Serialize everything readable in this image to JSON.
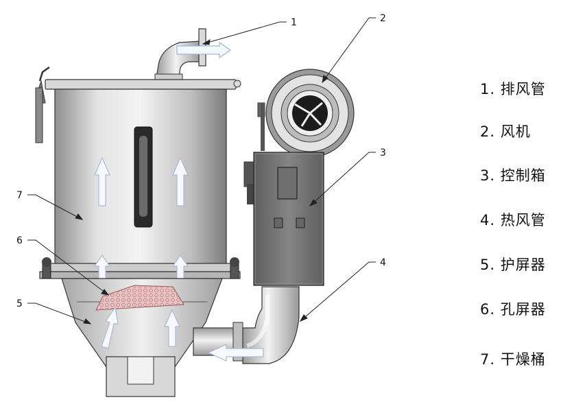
{
  "legend": [
    {
      "number": "1",
      "text": "1. 排风管"
    },
    {
      "number": "2",
      "text": "2. 风机"
    },
    {
      "number": "3",
      "text": "3. 控制箱"
    },
    {
      "number": "4",
      "text": "4. 热风管"
    },
    {
      "number": "5",
      "text": "5. 护屏器"
    },
    {
      "number": "6",
      "text": "6. 孔屏器"
    },
    {
      "number": "7",
      "text": "7. 干燥桶"
    }
  ],
  "colors": {
    "metal_light": "#e6e6e6",
    "metal_dark": "#8c8c8c",
    "control_box": "#7a7a7a",
    "airflow_arrow": "#c6d4e8",
    "screen_fill": "#e9c4c4",
    "outline": "#222222"
  }
}
